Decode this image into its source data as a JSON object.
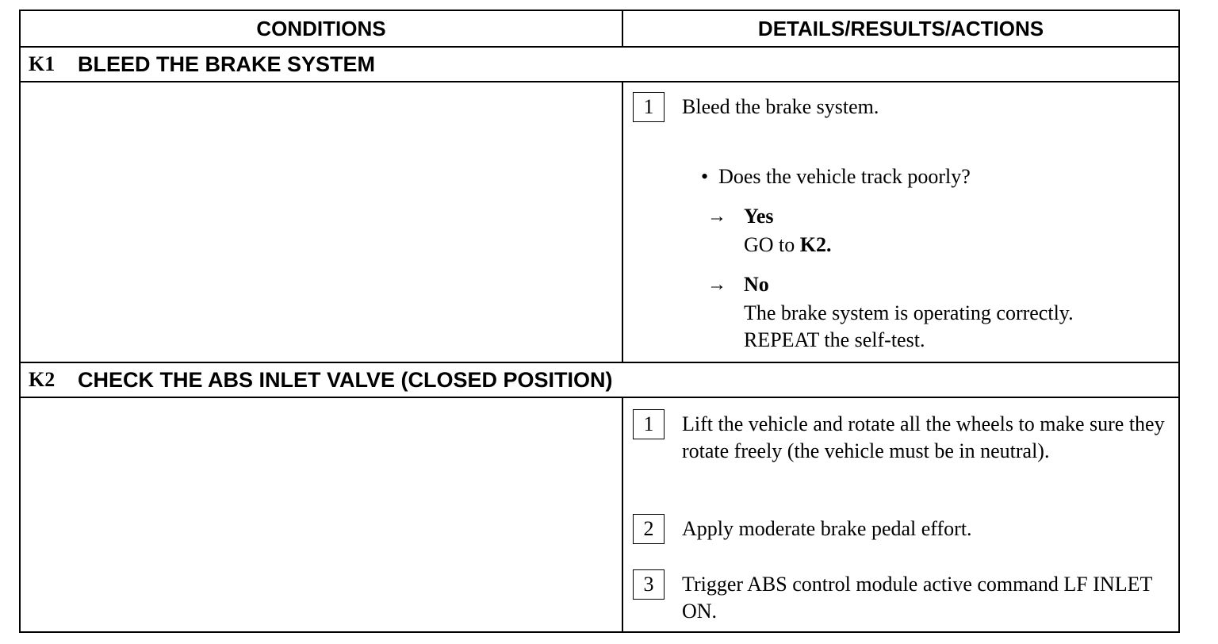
{
  "header": {
    "conditions": "CONDITIONS",
    "details": "DETAILS/RESULTS/ACTIONS"
  },
  "k1": {
    "id": "K1",
    "title": "BLEED THE BRAKE SYSTEM",
    "step1_num": "1",
    "step1_text": "Bleed the brake system.",
    "question": "Does the vehicle track poorly?",
    "yes_label": "Yes",
    "yes_text_prefix": "GO to ",
    "yes_target": "K2.",
    "no_label": "No",
    "no_line1": "The brake system is operating correctly.",
    "no_line2": "REPEAT the self-test."
  },
  "k2": {
    "id": "K2",
    "title": "CHECK THE ABS INLET VALVE (CLOSED POSITION)",
    "steps": [
      {
        "num": "1",
        "text": "Lift the vehicle and rotate all the wheels to make sure they rotate freely (the vehicle must be in neutral)."
      },
      {
        "num": "2",
        "text": "Apply moderate brake pedal effort."
      },
      {
        "num": "3",
        "text": "Trigger ABS control module active command LF INLET ON."
      }
    ]
  }
}
